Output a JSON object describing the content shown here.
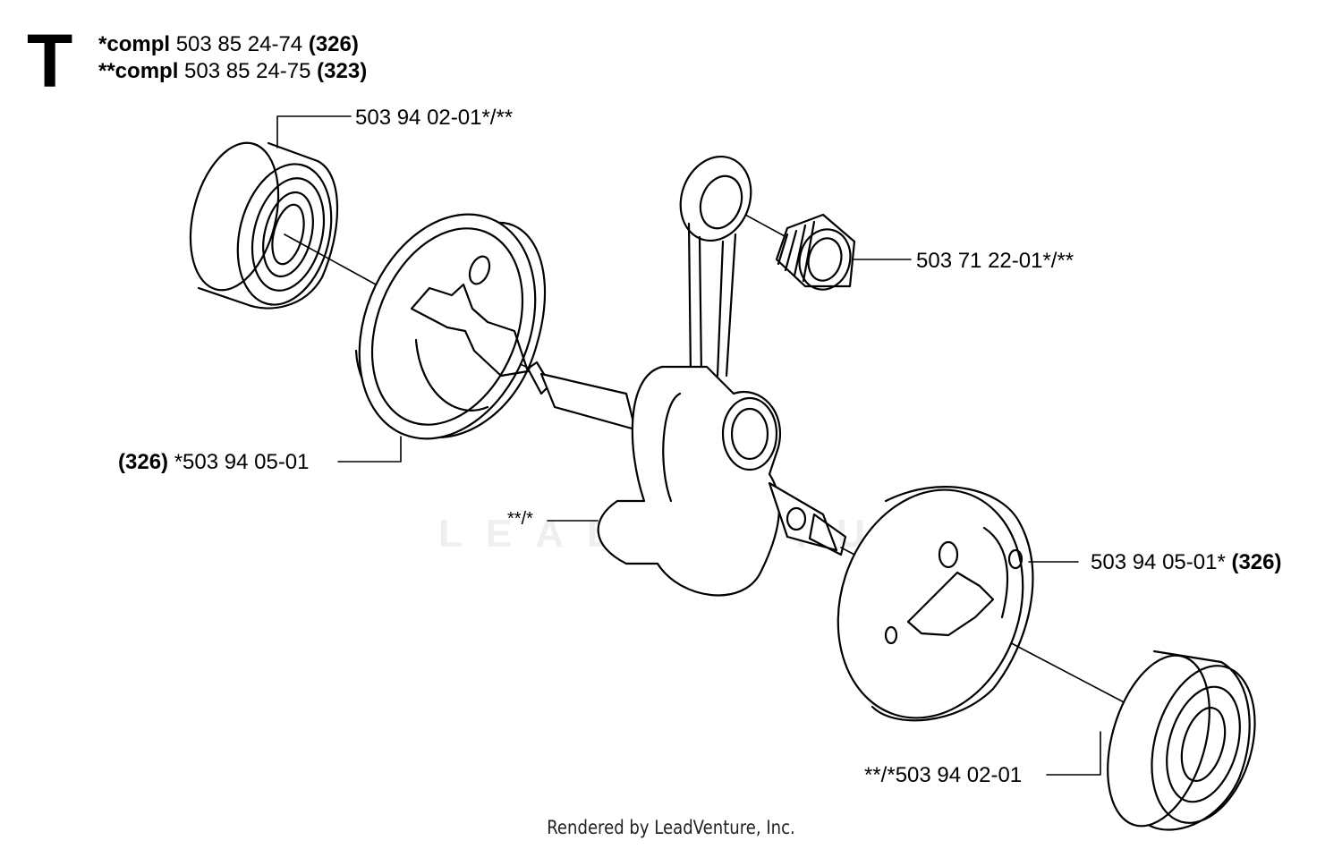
{
  "section_letter": "T",
  "kits": [
    {
      "prefix": "*compl",
      "number": "503 85 24-74",
      "qty": "(326)"
    },
    {
      "prefix": "**compl",
      "number": "503 85 24-75",
      "qty": "(323)"
    }
  ],
  "callouts": {
    "bearing_top": {
      "text": "503 94 02-01*/**"
    },
    "needle_bearing": {
      "text": "503 71 22-01*/**"
    },
    "left_counterweight": {
      "qty": "(326)",
      "text": "*503 94 05-01"
    },
    "crankshaft": {
      "text": "**/*"
    },
    "right_counterweight": {
      "text": "503 94 05-01*",
      "qty": "(326)"
    },
    "bearing_bottom": {
      "text": "**/*503 94 02-01"
    }
  },
  "watermark": "LEADVENTURE",
  "footer": "Rendered by LeadVenture, Inc."
}
